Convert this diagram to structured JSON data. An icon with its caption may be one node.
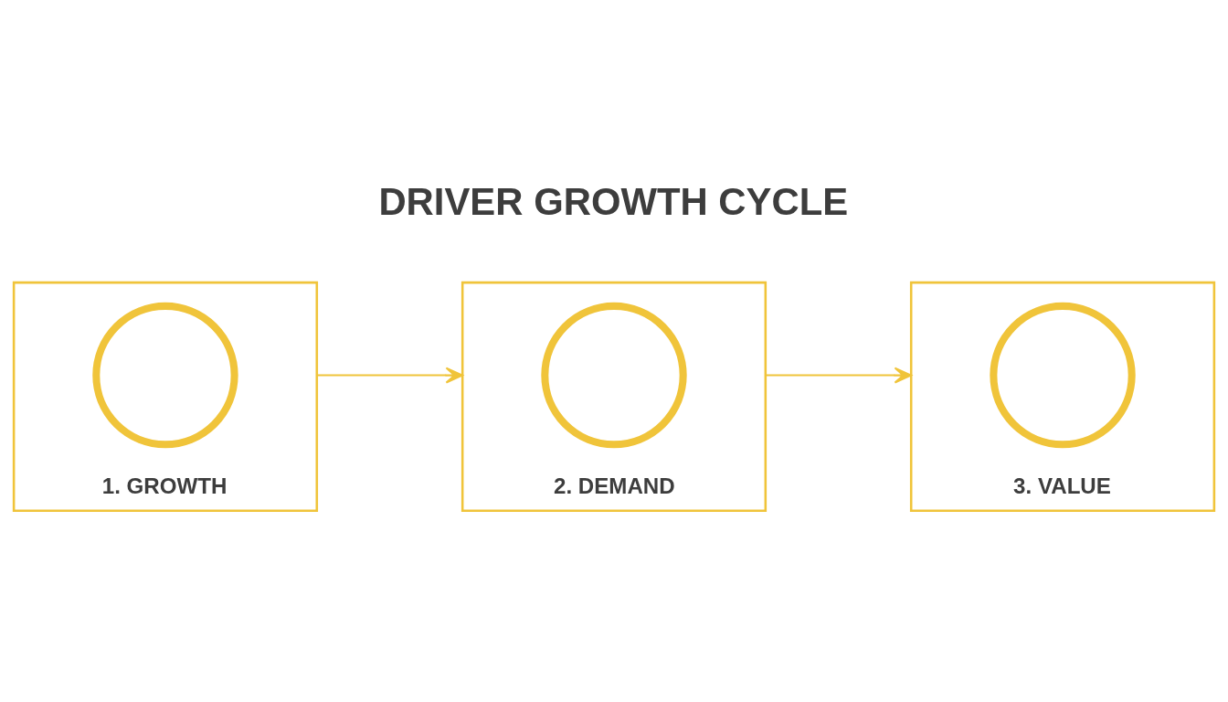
{
  "diagram": {
    "title": "DRIVER GROWTH CYCLE",
    "nodes": [
      {
        "text": [
          "1. GROWTH"
        ]
      },
      {
        "text": [],
        "shape": "circle",
        "in": 0
      },
      {
        "text": [
          "2. DEMAND"
        ]
      },
      {
        "text": [],
        "shape": "circle",
        "in": 2
      },
      {
        "text": [
          "3. VALUE"
        ]
      },
      {
        "text": [],
        "shape": "circle",
        "in": 4
      }
    ],
    "edges": [
      {
        "from": 0,
        "to": 2,
        "arrow": "to"
      },
      {
        "from": 2,
        "to": 4,
        "arrow": "to"
      }
    ]
  }
}
